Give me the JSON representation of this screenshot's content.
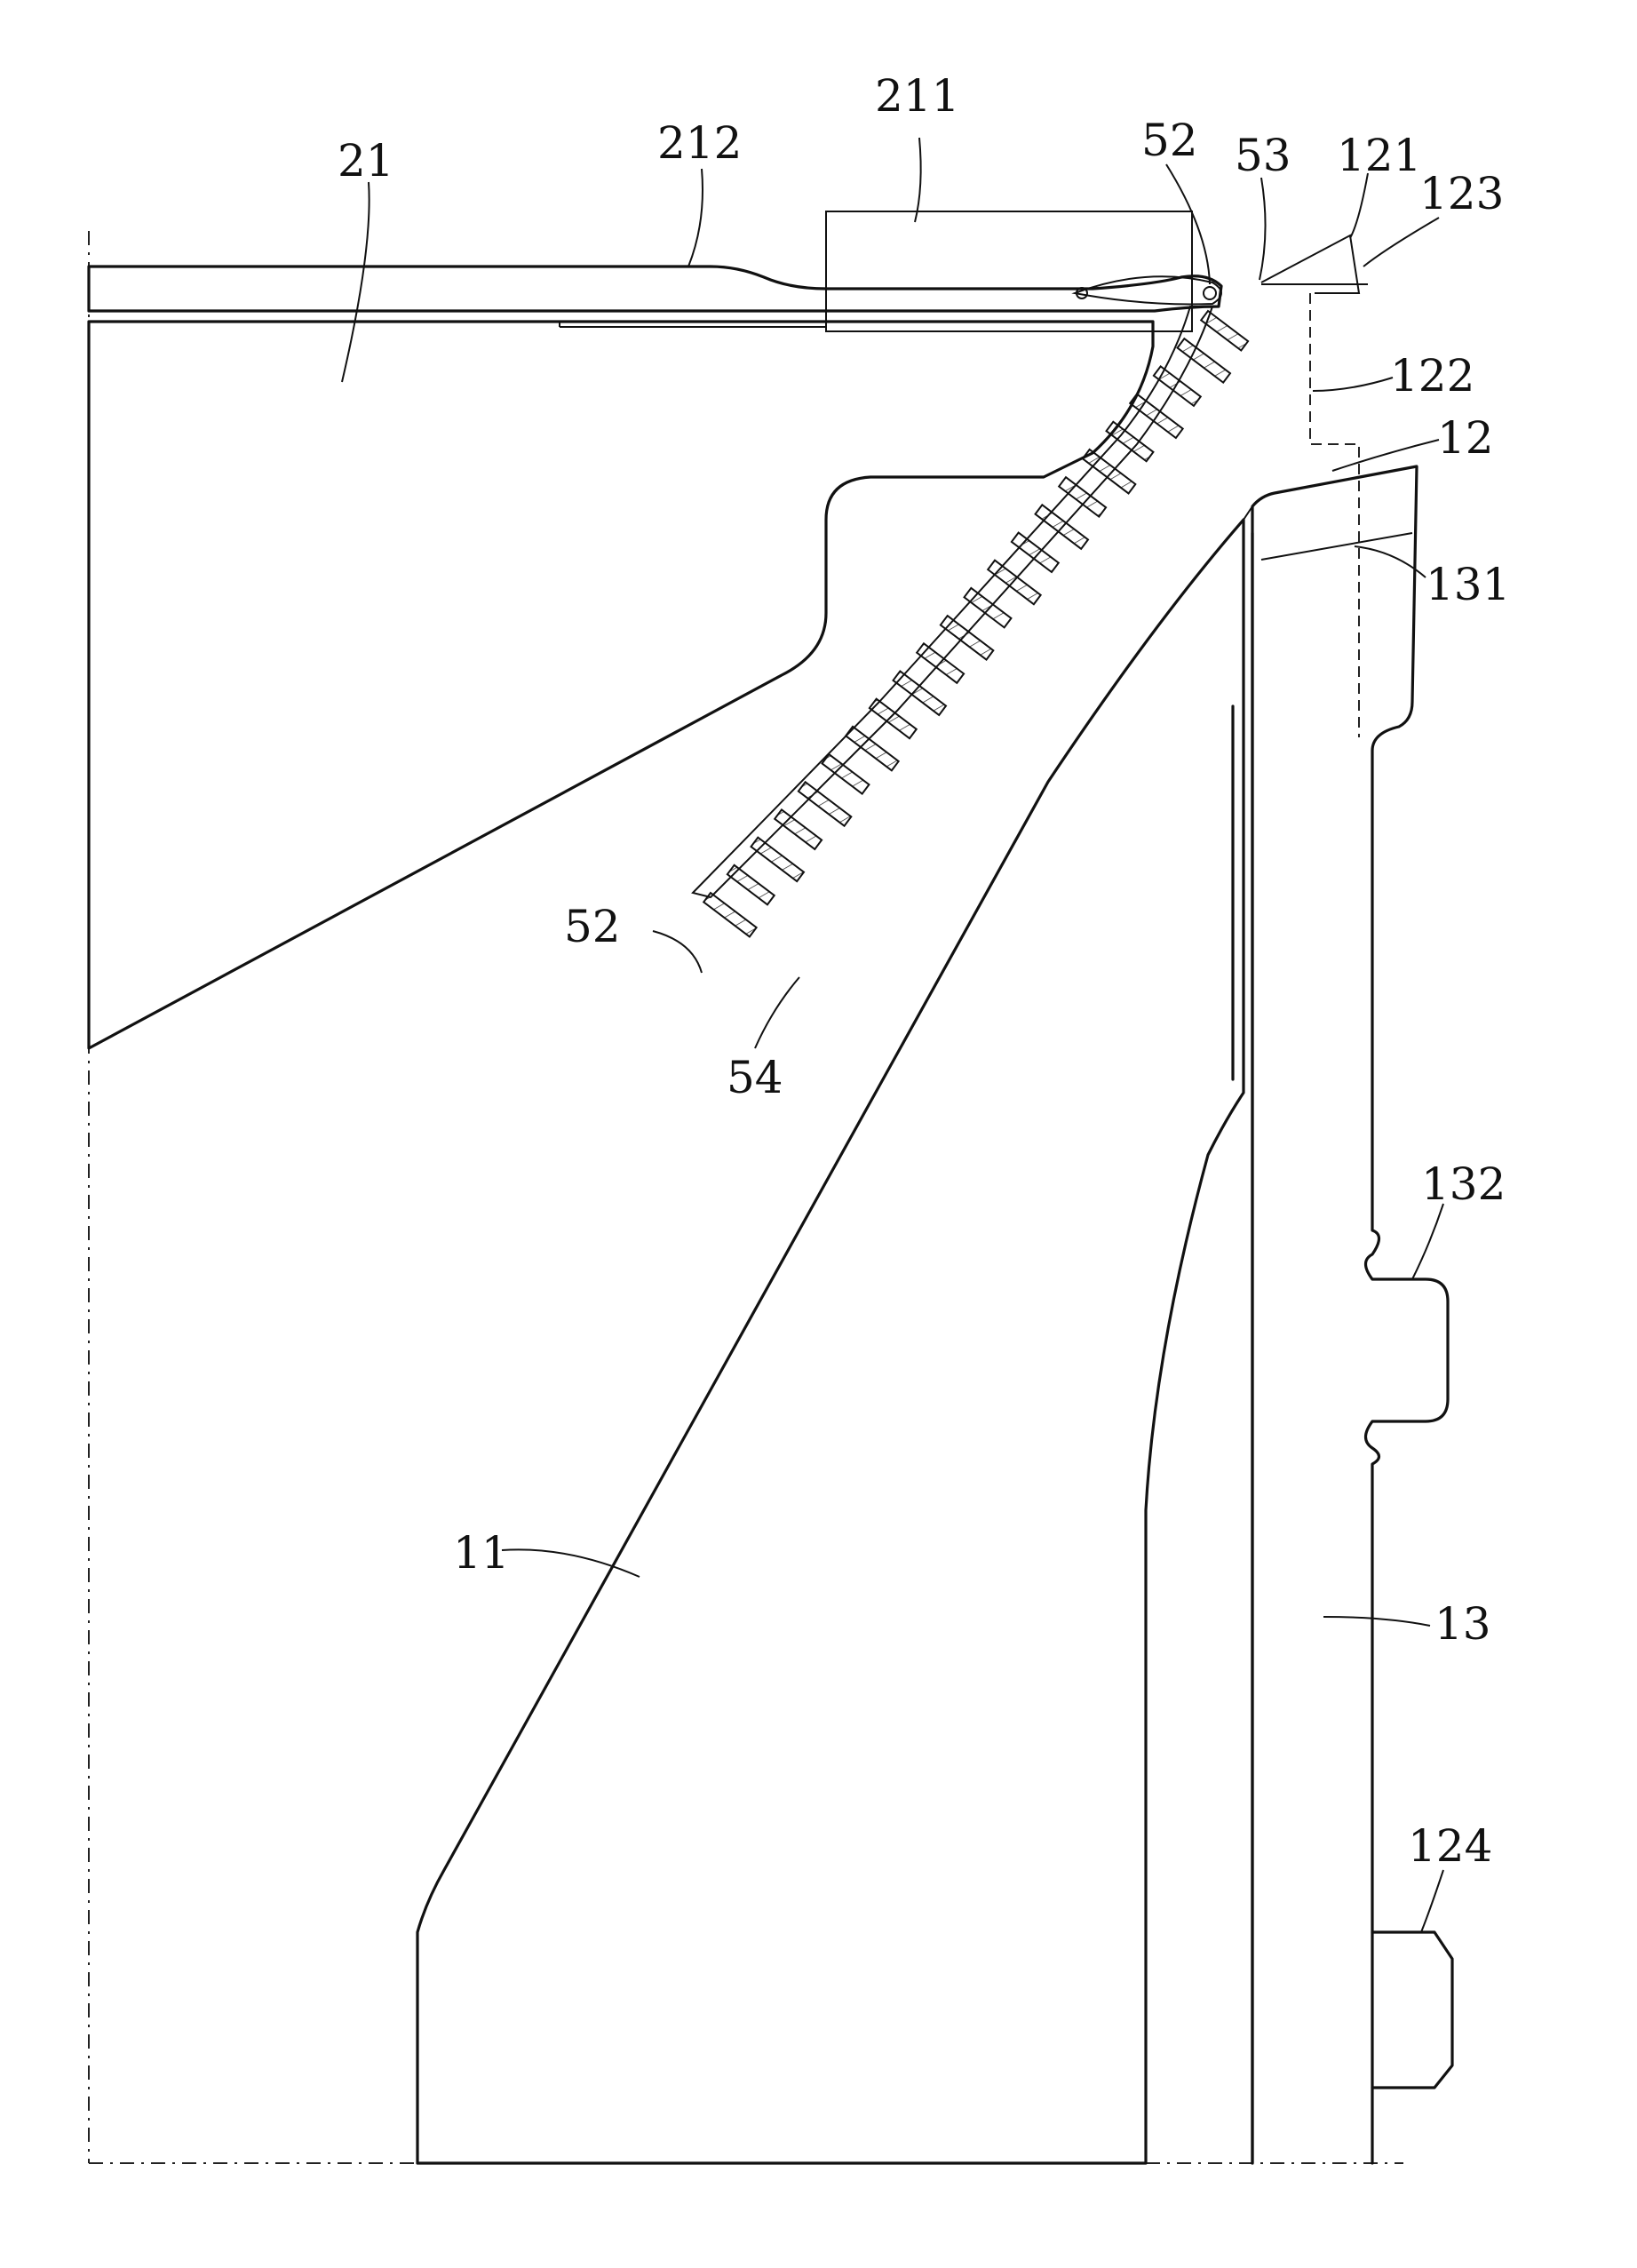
{
  "figure": {
    "labels": {
      "l21": "21",
      "l212": "212",
      "l211": "211",
      "l52a": "52",
      "l53": "53",
      "l121": "121",
      "l123": "123",
      "l122": "122",
      "l12": "12",
      "l131": "131",
      "l52b": "52",
      "l54": "54",
      "l132": "132",
      "l11": "11",
      "l13": "13",
      "l124": "124"
    },
    "colors": {
      "ink": "#111111",
      "paper": "#ffffff"
    }
  }
}
